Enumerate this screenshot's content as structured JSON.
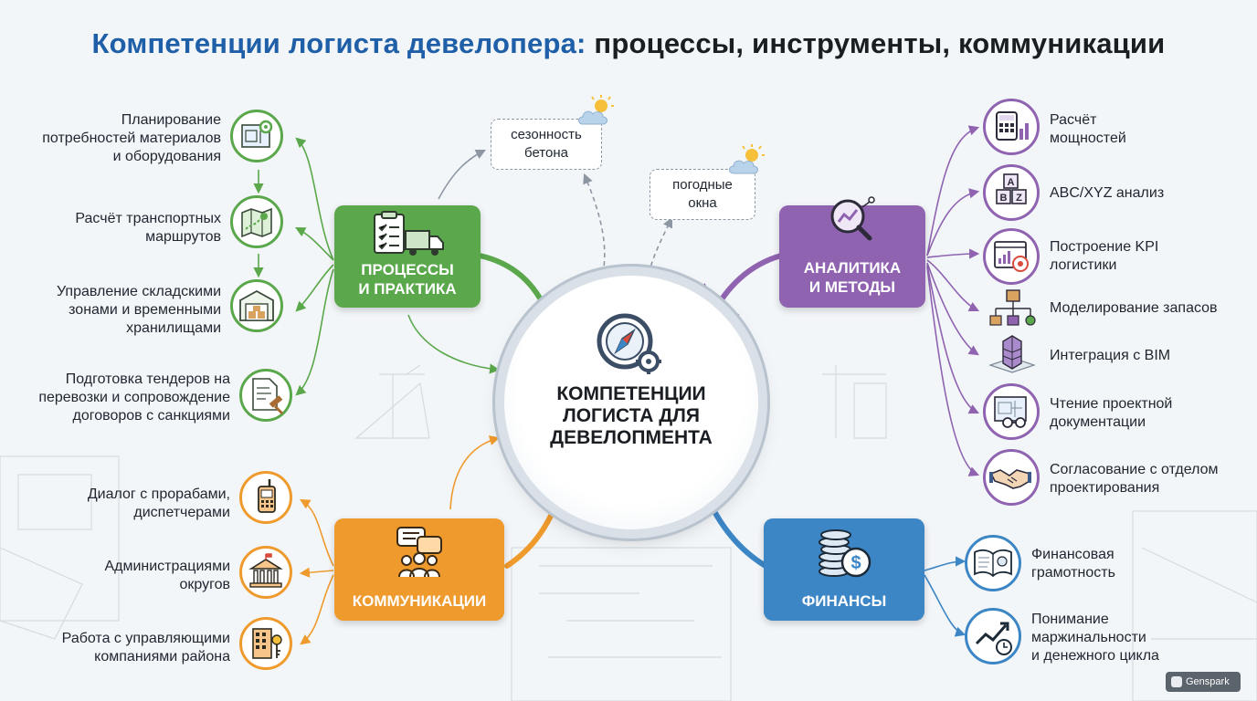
{
  "title": {
    "highlight": "Компетенции логиста девелопера:",
    "rest": "процессы, инструменты, коммуникации"
  },
  "center": {
    "line1": "КОМПЕТЕНЦИИ",
    "line2": "ЛОГИСТА ДЛЯ",
    "line3": "ДЕВЕЛОПМЕНТА",
    "icon": "compass-gear-icon"
  },
  "colors": {
    "processes": "#5aa84b",
    "analytics": "#8f63b0",
    "communications": "#ef9a2d",
    "finance": "#3c86c6",
    "title_accent": "#1f5fa8"
  },
  "hubs": {
    "processes": {
      "line1": "ПРОЦЕССЫ",
      "line2": "И ПРАКТИКА",
      "icon": "clipboard-truck-icon"
    },
    "analytics": {
      "line1": "АНАЛИТИКА",
      "line2": "И МЕТОДЫ",
      "icon": "magnifier-chart-icon"
    },
    "communications": {
      "line1": "КОММУНИКАЦИИ",
      "icon": "chat-people-icon"
    },
    "finance": {
      "line1": "ФИНАНСЫ",
      "icon": "coins-dollar-icon"
    }
  },
  "clouds": {
    "concrete": {
      "line1": "сезонность",
      "line2": "бетона",
      "icon": "sun-cloud-icon"
    },
    "weather": {
      "line1": "погодные",
      "line2": "окна",
      "icon": "sun-cloud-icon"
    }
  },
  "processes_items": [
    {
      "lines": [
        "Планирование",
        "потребностей материалов",
        "и оборудования"
      ],
      "icon": "blueprint-gear-icon"
    },
    {
      "lines": [
        "Расчёт транспортных",
        "маршрутов"
      ],
      "icon": "map-route-icon"
    },
    {
      "lines": [
        "Управление складскими",
        "зонами и временными",
        "хранилищами"
      ],
      "icon": "warehouse-icon"
    },
    {
      "lines": [
        "Подготовка тендеров на",
        "перевозки и сопровождение",
        "договоров с санкциями"
      ],
      "icon": "contract-gavel-icon"
    }
  ],
  "analytics_items": [
    {
      "lines": [
        "Расчёт",
        "мощностей"
      ],
      "icon": "calculator-chart-icon"
    },
    {
      "lines": [
        "ABC/XYZ анализ"
      ],
      "icon": "abc-blocks-icon"
    },
    {
      "lines": [
        "Построение KPI",
        "логистики"
      ],
      "icon": "kpi-dashboard-icon"
    },
    {
      "lines": [
        "Моделирование запасов"
      ],
      "icon": "stock-tree-icon"
    },
    {
      "lines": [
        "Интеграция с BIM"
      ],
      "icon": "bim-building-icon"
    },
    {
      "lines": [
        "Чтение проектной",
        "документации"
      ],
      "icon": "blueprint-glasses-icon"
    },
    {
      "lines": [
        "Согласование с отделом",
        "проектирования"
      ],
      "icon": "handshake-icon"
    }
  ],
  "communications_items": [
    {
      "lines": [
        "Диалог с прорабами,",
        "диспетчерами"
      ],
      "icon": "walkie-talkie-icon"
    },
    {
      "lines": [
        "Администрациями",
        "округов"
      ],
      "icon": "government-building-icon"
    },
    {
      "lines": [
        "Работа с управляющими",
        "компаниями района"
      ],
      "icon": "building-key-icon"
    }
  ],
  "finance_items": [
    {
      "lines": [
        "Финансовая",
        "грамотность"
      ],
      "icon": "finance-book-icon"
    },
    {
      "lines": [
        "Понимание",
        "маржинальности",
        "и денежного цикла"
      ],
      "icon": "growth-clock-icon"
    }
  ],
  "badge": {
    "label": "Genspark",
    "icon": "genspark-logo-icon"
  }
}
